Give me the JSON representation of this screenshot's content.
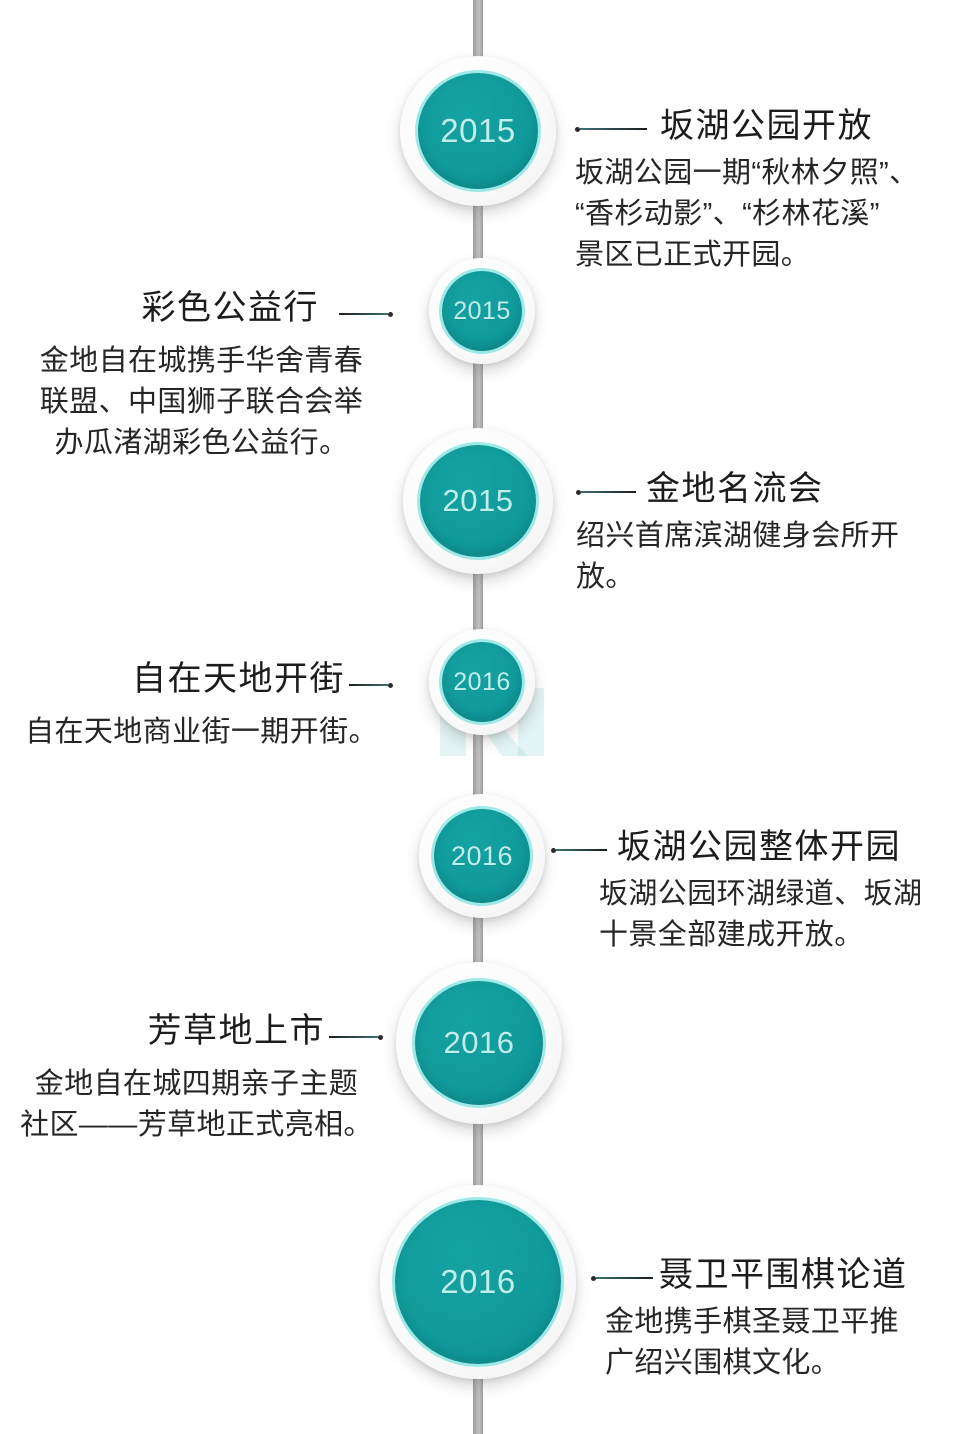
{
  "theme": {
    "background": "#ffffff",
    "accent_teal": "#119b9b",
    "accent_glow": "#78e2e0",
    "year_text": "#bfeeec",
    "spine_gray": "#b4b4b4",
    "title_color": "#1c1c1c",
    "body_color": "#262626"
  },
  "timeline": {
    "events": [
      {
        "id": "banhu-park-open",
        "year": "2015",
        "side": "right",
        "title": "坂湖公园开放",
        "body_lines": [
          "坂湖公园一期“秋林夕照”、",
          "“香杉动影”、“杉林花溪”",
          "景区已正式开园。"
        ]
      },
      {
        "id": "colorful-charity-run",
        "year": "2015",
        "side": "left",
        "title": "彩色公益行",
        "body_lines": [
          "金地自在城携手华舍青春",
          "联盟、中国狮子联合会举",
          "办瓜渚湖彩色公益行。"
        ]
      },
      {
        "id": "gemdale-celebrity-club",
        "year": "2015",
        "side": "right",
        "title": "金地名流会",
        "body_lines": [
          "绍兴首席滨湖健身会所开放。"
        ]
      },
      {
        "id": "zizai-tiandi-street-open",
        "year": "2016",
        "side": "left",
        "title": "自在天地开街",
        "body_lines": [
          "自在天地商业街一期开街。"
        ]
      },
      {
        "id": "banhu-park-full-open",
        "year": "2016",
        "side": "right",
        "title": "坂湖公园整体开园",
        "body_lines": [
          "坂湖公园环湖绿道、坂湖",
          "十景全部建成开放。"
        ]
      },
      {
        "id": "fangcaodi-launch",
        "year": "2016",
        "side": "left",
        "title": "芳草地上市",
        "body_lines": [
          "金地自在城四期亲子主题",
          "社区——芳草地正式亮相。"
        ]
      },
      {
        "id": "nie-weiping-go-forum",
        "year": "2016",
        "side": "right",
        "title": "聂卫平围棋论道",
        "body_lines": [
          "金地携手棋圣聂卫平推",
          "广绍兴围棋文化。"
        ]
      }
    ]
  }
}
